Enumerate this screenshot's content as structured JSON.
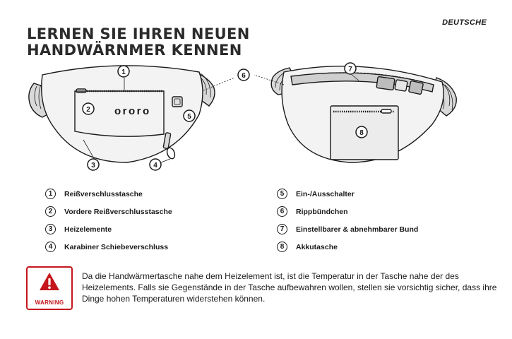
{
  "header": {
    "language": "DEUTSCHE",
    "title_line1": "LERNEN SIE IHREN NEUEN",
    "title_line2": "HANDWÄRNMER KENNEN"
  },
  "product": {
    "brand": "ororo"
  },
  "callouts": [
    "1",
    "2",
    "3",
    "4",
    "5",
    "6",
    "7",
    "8"
  ],
  "legend": [
    {
      "num": "1",
      "label": "Reißverschlusstasche"
    },
    {
      "num": "2",
      "label": "Vordere Reißverschlusstasche"
    },
    {
      "num": "3",
      "label": "Heizelemente"
    },
    {
      "num": "4",
      "label": "Karabiner Schiebeverschluss"
    },
    {
      "num": "5",
      "label": "Ein-/Ausschalter"
    },
    {
      "num": "6",
      "label": "Rippbündchen"
    },
    {
      "num": "7",
      "label": "Einstellbarer & abnehmbarer Bund"
    },
    {
      "num": "8",
      "label": "Akkutasche"
    }
  ],
  "warning": {
    "label": "WARNING",
    "text": "Da die Handwärmertasche nahe dem Heizelement ist, ist die Temperatur in der Tasche nahe der des Heizelements. Falls sie Gegenstände in der Tasche aufbewahren wollen, stellen sie vorsichtig sicher, dass ihre Dinge hohen Temperaturen widerstehen können.",
    "color": "#c4161c"
  }
}
